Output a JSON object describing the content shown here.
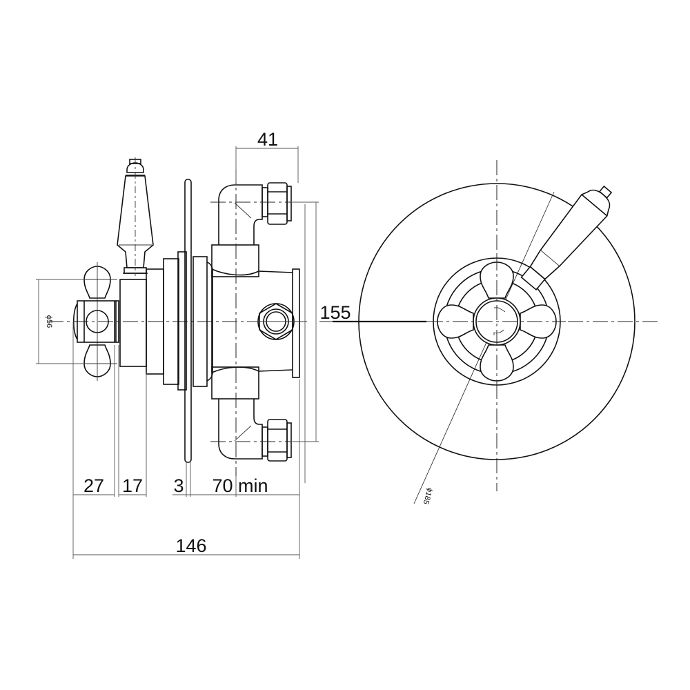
{
  "drawing": {
    "title": "Concealed thermostatic shower valve - technical drawing",
    "line_color": "#111111",
    "background": "#ffffff",
    "side_view": {
      "dimensions": {
        "handle_diameter": "ϕ56",
        "crosshead_depth": "27",
        "body_depth": "17",
        "plate_thickness": "3",
        "wall_depth": "70 min",
        "overall_depth": "146",
        "outlet_width": "41",
        "inlet_centres": "155"
      }
    },
    "front_view": {
      "dimensions": {
        "plate_diameter": "ϕ185"
      }
    }
  }
}
